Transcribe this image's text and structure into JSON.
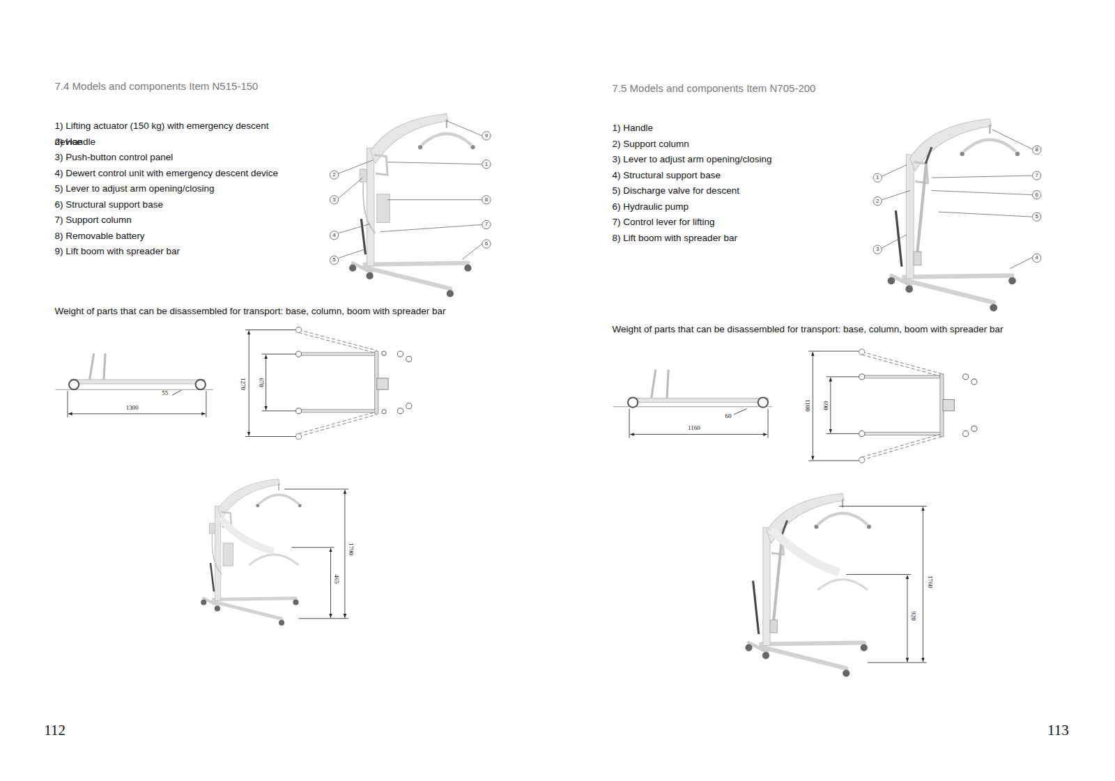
{
  "diagram": {
    "labels": [
      "7.4 Models and components Item N515-150",
      "1) Lifting actuator (150 kg) with emergency descent device",
      "2) Handle",
      "3) Push-button control panel",
      "4) Dewert control unit with emergency descent device",
      "5) Lever to adjust arm opening/closing",
      "6) Structural support base",
      "7) Support column",
      "8) Removable battery",
      "9) Lift boom with spreader bar",
      "2",
      "3",
      "4",
      "5",
      "9",
      "1",
      "8",
      "7",
      "6",
      "Weight of parts that can be disassembled for transport: base, column, boom with spreader bar",
      "55",
      "1300",
      "1270",
      "670",
      "1790",
      "465",
      "112",
      "7.5 Models and components Item N705-200",
      "1) Handle",
      "2) Support column",
      "3) Lever to adjust arm opening/closing",
      "4) Structural support base",
      "5) Discharge valve for descent",
      "6) Hydraulic pump",
      "7) Control lever for lifting",
      "8) Lift boom with spreader bar",
      "1",
      "2",
      "3",
      "8",
      "7",
      "6",
      "5",
      "4",
      "Weight of parts that can be disassembled for transport: base, column, boom with spreader bar",
      "60",
      "1160",
      "1100",
      "690",
      "1760",
      "920",
      "113"
    ]
  }
}
